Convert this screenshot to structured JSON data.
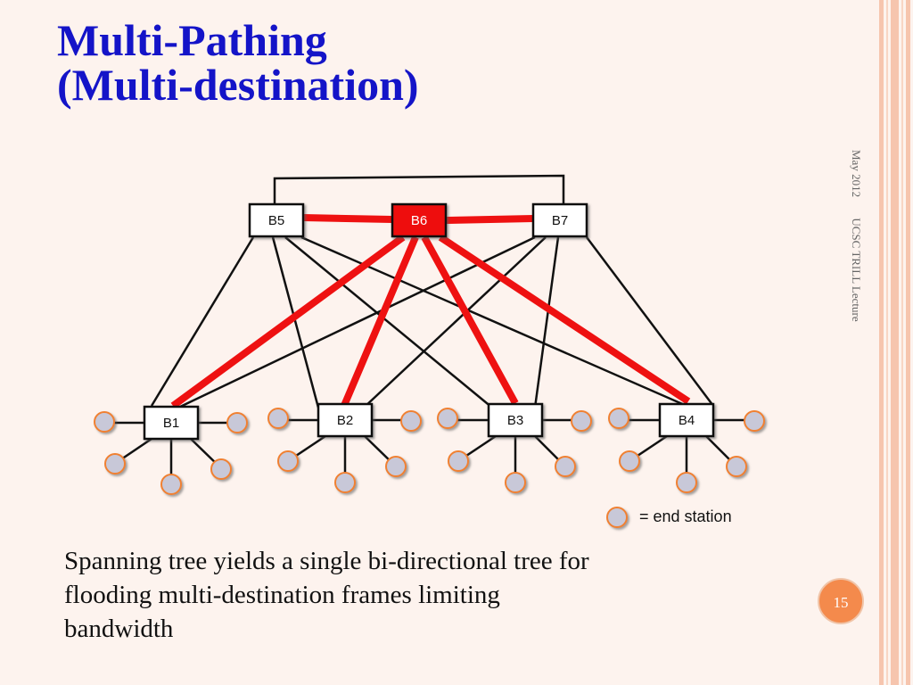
{
  "title": {
    "line1": "Multi-Pathing",
    "line2": "(Multi-destination)"
  },
  "sidebar": {
    "date": "May 2012",
    "course": "UCSC TRILL Lecture"
  },
  "diagram": {
    "bridges": {
      "b5": "B5",
      "b6": "B6",
      "b7": "B7",
      "b1": "B1",
      "b2": "B2",
      "b3": "B3",
      "b4": "B4"
    },
    "legend_label": "= end station",
    "colors": {
      "highlight": "#ee1111",
      "link": "#111111",
      "end_station": "#c8c8d8"
    }
  },
  "caption": {
    "line1": "Spanning tree yields a single bi-directional tree for",
    "line2": "flooding multi-destination frames limiting",
    "line3": "bandwidth"
  },
  "page_number": "15"
}
